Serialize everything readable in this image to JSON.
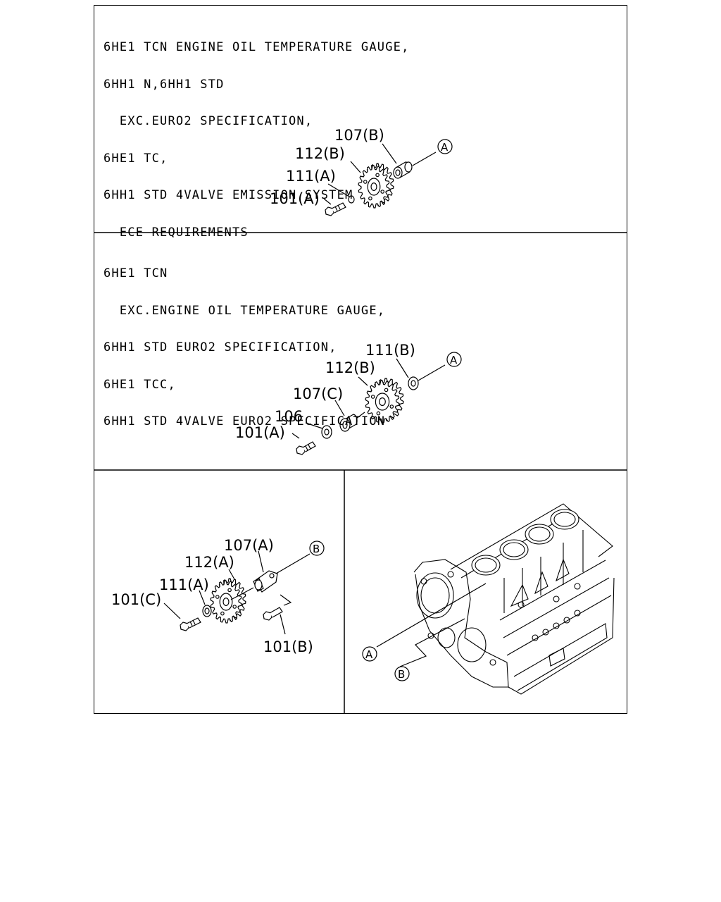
{
  "panel1": {
    "notes": [
      "6HE1 TCN ENGINE OIL TEMPERATURE GAUGE,",
      "6HH1 N,6HH1 STD",
      "  EXC.EURO2 SPECIFICATION,",
      "6HE1 TC,",
      "6HH1 STD 4VALVE EMISSION SYSTEM",
      "  ECE REQUIREMENTS"
    ],
    "labels": {
      "p107": "107(B)",
      "p112": "112(B)",
      "p111": "111(A)",
      "p101": "101(A)",
      "ref": "A"
    }
  },
  "panel2": {
    "notes": [
      "6HE1 TCN",
      "  EXC.ENGINE OIL TEMPERATURE GAUGE,",
      "6HH1 STD EURO2 SPECIFICATION,",
      "6HE1 TCC,",
      "6HH1 STD 4VALVE EURO2 SPECIFICATION"
    ],
    "labels": {
      "p111": "111(B)",
      "p112": "112(B)",
      "p107": "107(C)",
      "p106": "106",
      "p101": "101(A)",
      "ref": "A"
    }
  },
  "panel3": {
    "labels": {
      "p107": "107(A)",
      "p112": "112(A)",
      "p111": "111(A)",
      "p101c": "101(C)",
      "p101b": "101(B)",
      "ref": "B"
    }
  },
  "panel4": {
    "labels": {
      "refA": "A",
      "refB": "B"
    }
  }
}
